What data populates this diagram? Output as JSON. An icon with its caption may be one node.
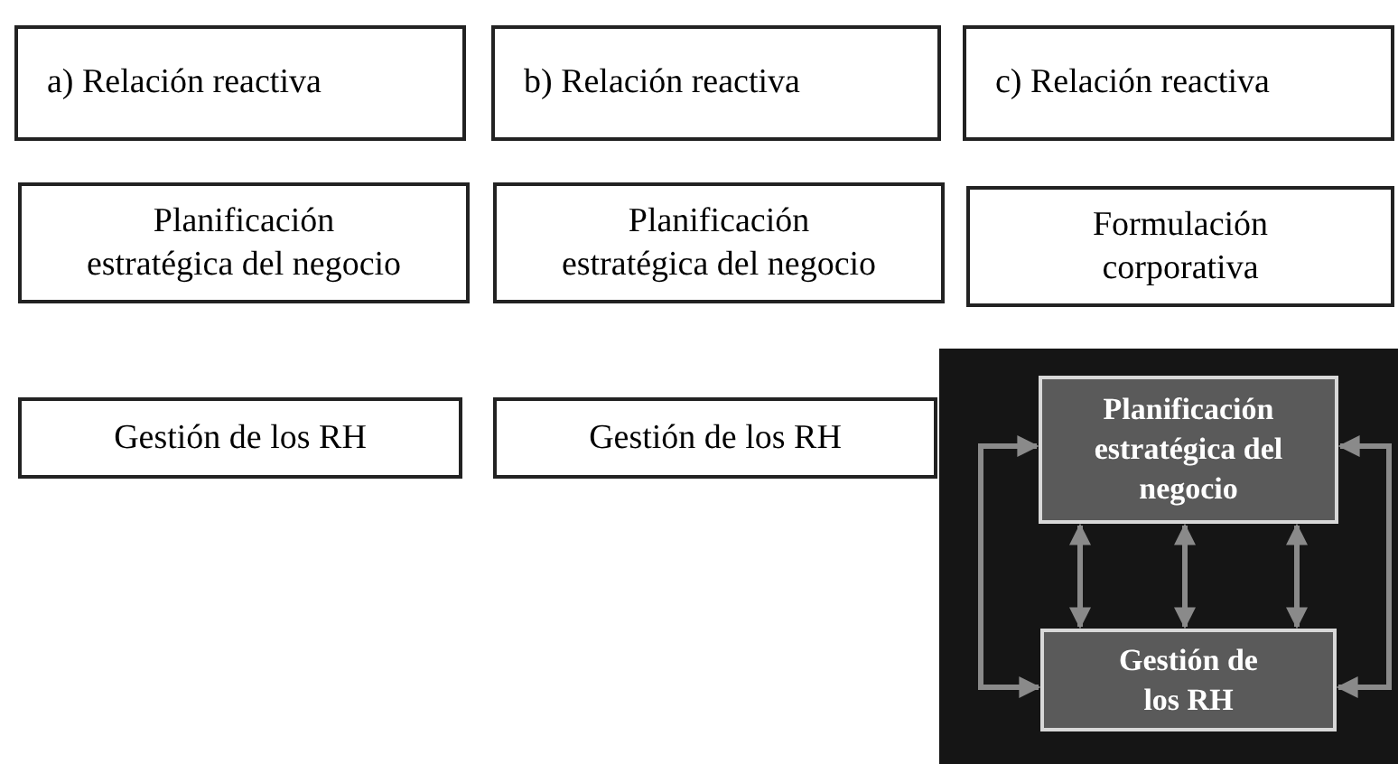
{
  "diagram": {
    "nodes": [
      {
        "text": [
          "a) Relación reactiva"
        ]
      },
      {
        "text": [
          "b) Relación reactiva"
        ]
      },
      {
        "text": [
          "c) Relación reactiva"
        ]
      },
      {
        "text": [
          "Planificación estratégica del negocio"
        ]
      },
      {
        "text": [
          "Planificación estratégica del negocio"
        ]
      },
      {
        "text": [
          "Formulación corporativa"
        ]
      },
      {
        "text": [
          "Gestión de los RH"
        ]
      },
      {
        "text": [
          "Gestión de los RH"
        ]
      },
      {
        "text": [],
        "shape": "box"
      },
      {
        "text": [
          "Planificación estratégica del negocio"
        ],
        "in": 8
      },
      {
        "text": [
          "Gestión de los RH"
        ],
        "in": 8
      }
    ],
    "edges": [
      {
        "from": 9,
        "to": 10,
        "arrow": "both"
      },
      {
        "from": 9,
        "to": 10,
        "arrow": "both"
      },
      {
        "from": 9,
        "to": 10,
        "arrow": "both"
      },
      {
        "from": 9,
        "to": 10,
        "arrow": "both"
      },
      {
        "from": 9,
        "to": 10,
        "arrow": "both"
      }
    ]
  }
}
